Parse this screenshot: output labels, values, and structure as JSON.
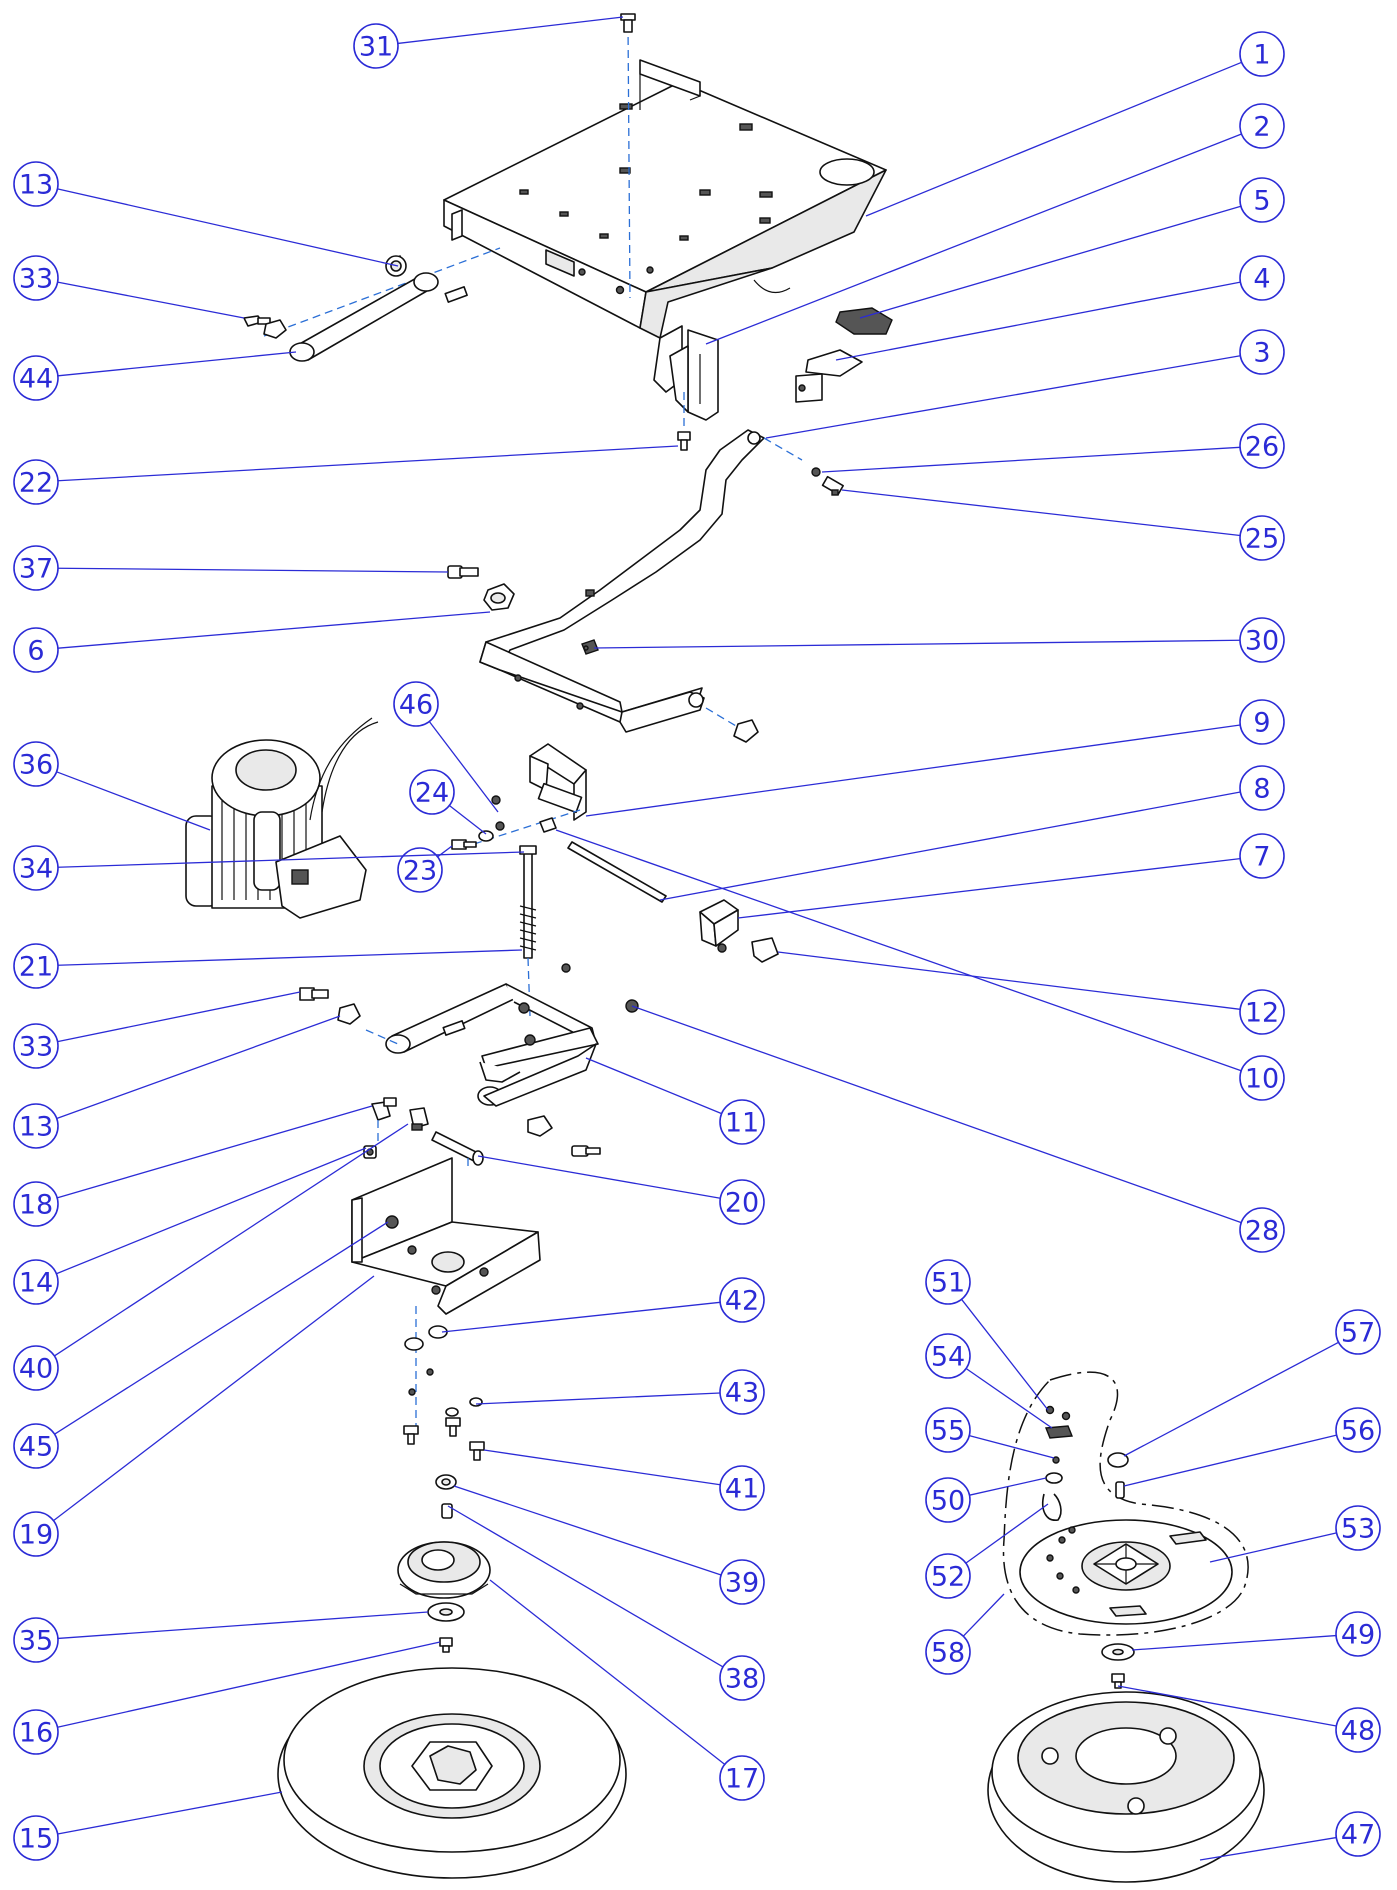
{
  "diagram": {
    "callouts": [
      {
        "id": "c31",
        "label": "31"
      },
      {
        "id": "c1",
        "label": "1"
      },
      {
        "id": "c2",
        "label": "2"
      },
      {
        "id": "c5",
        "label": "5"
      },
      {
        "id": "c4",
        "label": "4"
      },
      {
        "id": "c3",
        "label": "3"
      },
      {
        "id": "c26",
        "label": "26"
      },
      {
        "id": "c25",
        "label": "25"
      },
      {
        "id": "c30",
        "label": "30"
      },
      {
        "id": "c9",
        "label": "9"
      },
      {
        "id": "c8",
        "label": "8"
      },
      {
        "id": "c7",
        "label": "7"
      },
      {
        "id": "c12",
        "label": "12"
      },
      {
        "id": "c10",
        "label": "10"
      },
      {
        "id": "c11",
        "label": "11"
      },
      {
        "id": "c20",
        "label": "20"
      },
      {
        "id": "c28",
        "label": "28"
      },
      {
        "id": "c42",
        "label": "42"
      },
      {
        "id": "c43",
        "label": "43"
      },
      {
        "id": "c41",
        "label": "41"
      },
      {
        "id": "c39",
        "label": "39"
      },
      {
        "id": "c38",
        "label": "38"
      },
      {
        "id": "c17",
        "label": "17"
      },
      {
        "id": "c13a",
        "label": "13"
      },
      {
        "id": "c33a",
        "label": "33"
      },
      {
        "id": "c44",
        "label": "44"
      },
      {
        "id": "c22",
        "label": "22"
      },
      {
        "id": "c37",
        "label": "37"
      },
      {
        "id": "c6",
        "label": "6"
      },
      {
        "id": "c36",
        "label": "36"
      },
      {
        "id": "c46",
        "label": "46"
      },
      {
        "id": "c24",
        "label": "24"
      },
      {
        "id": "c23",
        "label": "23"
      },
      {
        "id": "c34",
        "label": "34"
      },
      {
        "id": "c21",
        "label": "21"
      },
      {
        "id": "c33b",
        "label": "33"
      },
      {
        "id": "c13b",
        "label": "13"
      },
      {
        "id": "c18",
        "label": "18"
      },
      {
        "id": "c14",
        "label": "14"
      },
      {
        "id": "c40",
        "label": "40"
      },
      {
        "id": "c45",
        "label": "45"
      },
      {
        "id": "c19",
        "label": "19"
      },
      {
        "id": "c35",
        "label": "35"
      },
      {
        "id": "c16",
        "label": "16"
      },
      {
        "id": "c15",
        "label": "15"
      },
      {
        "id": "c51",
        "label": "51"
      },
      {
        "id": "c54",
        "label": "54"
      },
      {
        "id": "c55",
        "label": "55"
      },
      {
        "id": "c50",
        "label": "50"
      },
      {
        "id": "c52",
        "label": "52"
      },
      {
        "id": "c58",
        "label": "58"
      },
      {
        "id": "c57",
        "label": "57"
      },
      {
        "id": "c56",
        "label": "56"
      },
      {
        "id": "c53",
        "label": "53"
      },
      {
        "id": "c49",
        "label": "49"
      },
      {
        "id": "c48",
        "label": "48"
      },
      {
        "id": "c47",
        "label": "47"
      }
    ],
    "colors": {
      "callout": "#2b2bd6",
      "line_art": "#111111",
      "axis": "#2b6fd6",
      "background": "#ffffff"
    }
  }
}
